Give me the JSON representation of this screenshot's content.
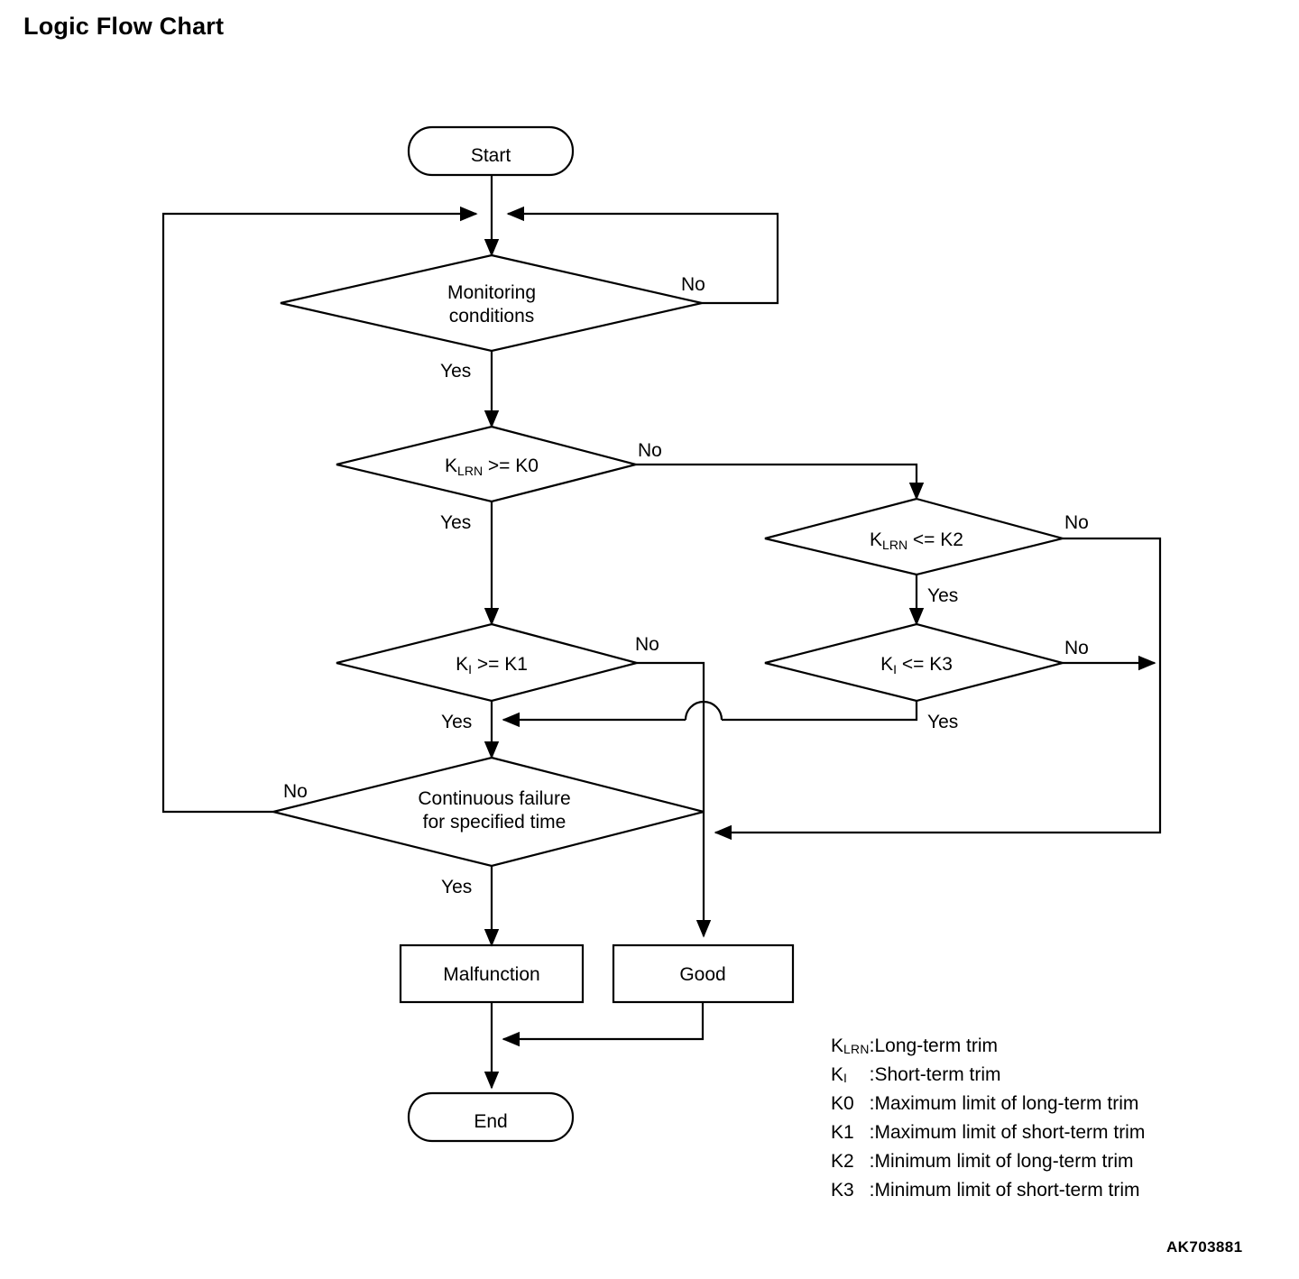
{
  "page": {
    "title": "Logic Flow Chart",
    "footer_code": "AK703881",
    "background": "#ffffff",
    "ink": "#000000"
  },
  "chart_data": {
    "type": "diagram",
    "title": "Logic Flow Chart",
    "nodes": [
      {
        "id": "start",
        "shape": "terminator",
        "label": "Start"
      },
      {
        "id": "monitoring",
        "shape": "decision",
        "label_line1": "Monitoring",
        "label_line2": "conditions"
      },
      {
        "id": "klrn_ge_k0",
        "shape": "decision",
        "label_main": "K",
        "label_sub": "LRN",
        "label_rest": " >= K0"
      },
      {
        "id": "ki_ge_k1",
        "shape": "decision",
        "label_main": "K",
        "label_sub": "I",
        "label_rest": " >= K1"
      },
      {
        "id": "klrn_le_k2",
        "shape": "decision",
        "label_main": "K",
        "label_sub": "LRN",
        "label_rest": " <= K2"
      },
      {
        "id": "ki_le_k3",
        "shape": "decision",
        "label_main": "K",
        "label_sub": "I",
        "label_rest": " <= K3"
      },
      {
        "id": "cont_failure",
        "shape": "decision",
        "label_line1": "Continuous failure",
        "label_line2": "for specified time"
      },
      {
        "id": "malfunction",
        "shape": "process",
        "label": "Malfunction"
      },
      {
        "id": "good",
        "shape": "process",
        "label": "Good"
      },
      {
        "id": "end",
        "shape": "terminator",
        "label": "End"
      }
    ],
    "edge_labels": {
      "monitoring_no": "No",
      "monitoring_yes": "Yes",
      "klrn_ge_k0_no": "No",
      "klrn_ge_k0_yes": "Yes",
      "ki_ge_k1_no": "No",
      "ki_ge_k1_yes": "Yes",
      "klrn_le_k2_no": "No",
      "klrn_le_k2_yes": "Yes",
      "ki_le_k3_no": "No",
      "ki_le_k3_yes": "Yes",
      "cont_failure_no": "No",
      "cont_failure_yes": "Yes"
    },
    "edges": [
      {
        "from": "start",
        "to": "monitoring",
        "label": ""
      },
      {
        "from": "monitoring",
        "to": "monitoring",
        "label": "No"
      },
      {
        "from": "monitoring",
        "to": "klrn_ge_k0",
        "label": "Yes"
      },
      {
        "from": "klrn_ge_k0",
        "to": "klrn_le_k2",
        "label": "No"
      },
      {
        "from": "klrn_ge_k0",
        "to": "ki_ge_k1",
        "label": "Yes"
      },
      {
        "from": "ki_ge_k1",
        "to": "good",
        "label": "No"
      },
      {
        "from": "ki_ge_k1",
        "to": "cont_failure",
        "label": "Yes"
      },
      {
        "from": "klrn_le_k2",
        "to": "good",
        "label": "No"
      },
      {
        "from": "klrn_le_k2",
        "to": "ki_le_k3",
        "label": "Yes"
      },
      {
        "from": "ki_le_k3",
        "to": "good",
        "label": "No"
      },
      {
        "from": "ki_le_k3",
        "to": "ki_ge_k1",
        "label": "Yes"
      },
      {
        "from": "cont_failure",
        "to": "monitoring",
        "label": "No"
      },
      {
        "from": "cont_failure",
        "to": "malfunction",
        "label": "Yes"
      },
      {
        "from": "malfunction",
        "to": "end",
        "label": ""
      },
      {
        "from": "good",
        "to": "end",
        "label": ""
      }
    ]
  },
  "legend": {
    "rows": [
      {
        "symbol": "K",
        "symbol_sub": "LRN",
        "colon": ":",
        "description": "Long-term trim"
      },
      {
        "symbol": "K",
        "symbol_sub": "I",
        "colon": ":",
        "description": "Short-term trim"
      },
      {
        "symbol": "K0",
        "symbol_sub": "",
        "colon": ":",
        "description": "Maximum limit of long-term trim"
      },
      {
        "symbol": "K1",
        "symbol_sub": "",
        "colon": ":",
        "description": "Maximum limit of short-term trim"
      },
      {
        "symbol": "K2",
        "symbol_sub": "",
        "colon": ":",
        "description": "Minimum limit of long-term trim"
      },
      {
        "symbol": "K3",
        "symbol_sub": "",
        "colon": ":",
        "description": "Minimum limit of short-term trim"
      }
    ]
  }
}
